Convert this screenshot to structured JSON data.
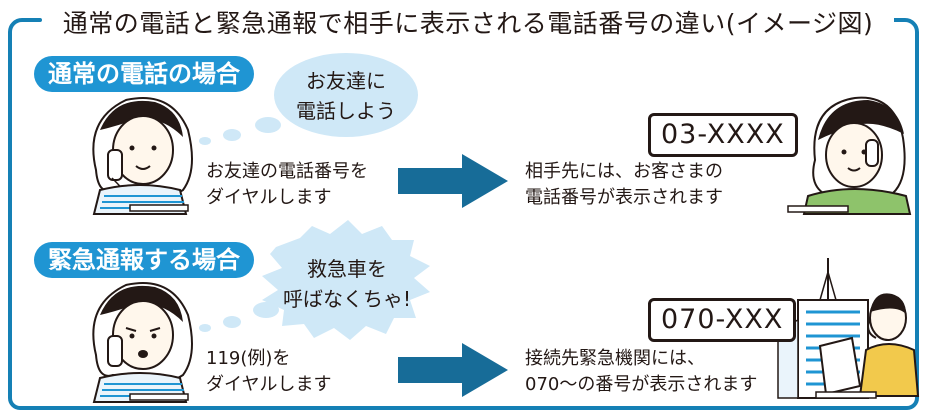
{
  "title": "通常の電話と緊急通報で相手に表示される電話番号の違い(イメージ図)",
  "colors": {
    "frame": "#1580b5",
    "pill": "#1f95d3",
    "bubble": "#cfe8f7",
    "arrow": "#176c98"
  },
  "normal": {
    "label": "通常の電話の場合",
    "bubble_line1": "お友達に",
    "bubble_line2": "電話しよう",
    "caller_line1": "お友達の電話番号を",
    "caller_line2": "ダイヤルします",
    "receiver_line1": "相手先には、お客さまの",
    "receiver_line2": "電話番号が表示されます",
    "number": "03-XXXX"
  },
  "emergency": {
    "label": "緊急通報する場合",
    "bubble_line1": "救急車を",
    "bubble_line2": "呼ばなくちゃ!",
    "caller_line1": "119(例)を",
    "caller_line2": "ダイヤルします",
    "receiver_line1": "接続先緊急機関には、",
    "receiver_line2": "070〜の番号が表示されます",
    "number": "070-XXX"
  }
}
